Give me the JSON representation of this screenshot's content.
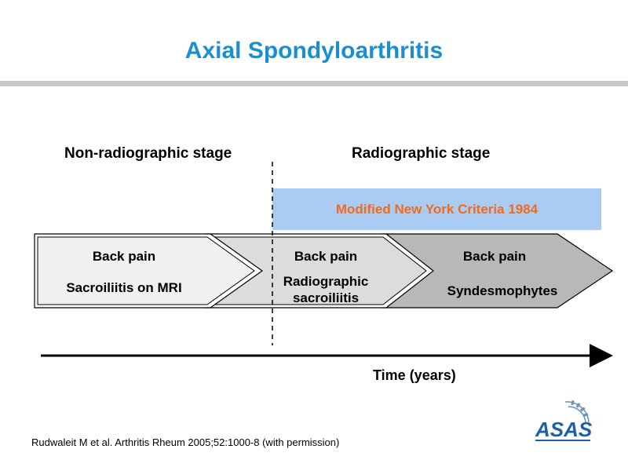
{
  "slide": {
    "title": "Axial Spondyloarthritis",
    "title_color": "#1a8fcf",
    "citation": "Rudwaleit M et al. Arthritis Rheum 2005;52:1000-8 (with permission)",
    "logo_text": "ASAS"
  },
  "stages": {
    "non_radiographic": "Non-radiographic stage",
    "radiographic": "Radiographic stage"
  },
  "criteria": {
    "label": "Modified New York Criteria 1984",
    "background": "#aacbf2",
    "text_color": "#f26a1b"
  },
  "arrows": [
    {
      "line1": "Back pain",
      "line2": "Sacroiliitis on MRI",
      "fill": "#f0f0f0"
    },
    {
      "line1": "Back pain",
      "line2": "Radiographic sacroiliitis",
      "fill": "#dcdcdc"
    },
    {
      "line1": "Back pain",
      "line2": "Syndesmophytes",
      "fill": "#b8b8b8"
    }
  ],
  "axis": {
    "label": "Time (years)"
  }
}
